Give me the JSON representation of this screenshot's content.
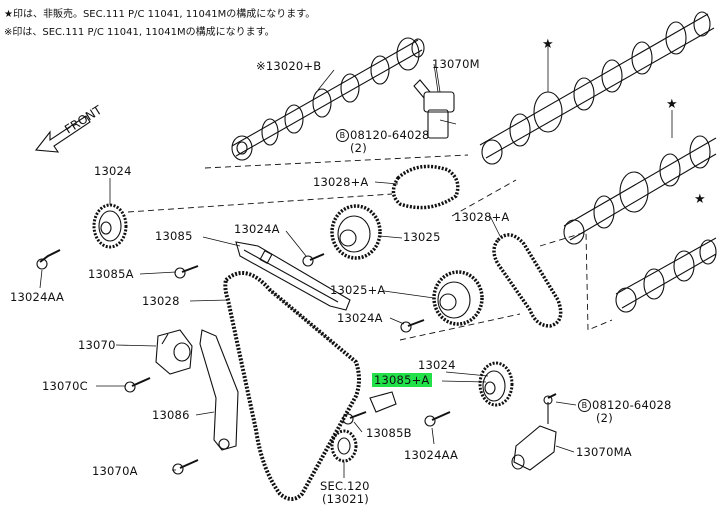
{
  "notes": [
    "★印は、非販売。SEC.111 P/C 11041, 11041Mの構成になります。",
    "※印は、SEC.111 P/C 11041, 11041Mの構成になります。"
  ],
  "front_label": "FRONT",
  "callouts": {
    "c13020b": "※13020+B",
    "c13070m": "13070M",
    "c08120_top": "08120-64028",
    "c08120_top_qty": "(2)",
    "c13028a_top": "13028+A",
    "c13024_left": "13024",
    "c13028a_right": "13028+A",
    "c13024a_top": "13024A",
    "c13025": "13025",
    "c13085": "13085",
    "c13085a": "13085A",
    "c13025a": "13025+A",
    "c13028": "13028",
    "c13024a_mid": "13024A",
    "c13024aa_left": "13024AA",
    "c13070": "13070",
    "c13024_right": "13024",
    "c13085pa": "13085+A",
    "c13070c": "13070C",
    "c08120_bot": "08120-64028",
    "c08120_bot_qty": "(2)",
    "c13086": "13086",
    "c13085b": "13085B",
    "c13024aa_right": "13024AA",
    "c13070ma": "13070MA",
    "c13070a": "13070A",
    "c_sec120": "SEC.120",
    "c_sec120_sub": "(13021)"
  },
  "bolt_symbol": "B",
  "stars": [
    "★",
    "★",
    "★"
  ],
  "highlight_color": "#22e04a"
}
